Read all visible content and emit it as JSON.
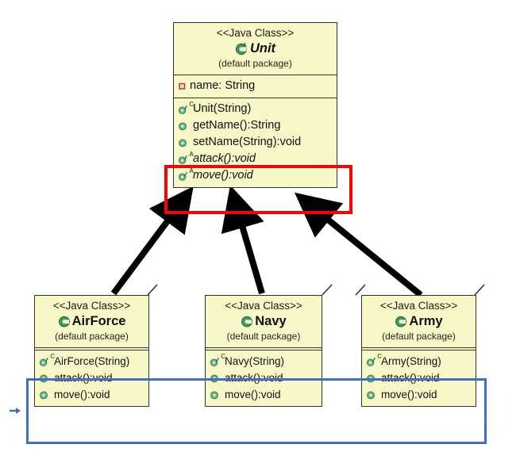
{
  "diagram": {
    "type": "uml-class-diagram",
    "title": "Unit class hierarchy",
    "stereotype_label": "<<Java Class>>",
    "package_label": "(default package)",
    "colors": {
      "class_fill": "#f7f7c8",
      "class_border": "#35352a",
      "highlight_red": "#ff0000",
      "highlight_blue": "#3f6fc4",
      "icon_green": "#3e9b5f",
      "field_red": "#c0392b",
      "arrow_black": "#000000",
      "background": "#ffffff"
    },
    "classes": [
      {
        "id": "unit",
        "stereotype": "<<Java Class>>",
        "name": "Unit",
        "is_abstract": true,
        "icon": "class-icon-abstract",
        "package": "(default package)",
        "fields": [
          {
            "icon": "private-field-icon",
            "text": "name: String",
            "is_abstract": false
          }
        ],
        "methods": [
          {
            "icon": "constructor-icon",
            "badge": "C",
            "text": "Unit(String)",
            "is_abstract": false
          },
          {
            "icon": "method-icon",
            "badge": "",
            "text": "getName():String",
            "is_abstract": false
          },
          {
            "icon": "method-icon",
            "badge": "",
            "text": "setName(String):void",
            "is_abstract": false
          },
          {
            "icon": "abstract-method-icon",
            "badge": "A",
            "text": "attack():void",
            "is_abstract": true
          },
          {
            "icon": "abstract-method-icon",
            "badge": "A",
            "text": "move():void",
            "is_abstract": true
          }
        ]
      },
      {
        "id": "airforce",
        "stereotype": "<<Java Class>>",
        "name": "AirForce",
        "is_abstract": false,
        "icon": "class-icon",
        "package": "(default package)",
        "fields": [],
        "methods": [
          {
            "icon": "constructor-icon",
            "badge": "C",
            "text": "AirForce(String)",
            "is_abstract": false
          },
          {
            "icon": "method-icon",
            "badge": "",
            "text": "attack():void",
            "is_abstract": false
          },
          {
            "icon": "method-icon",
            "badge": "",
            "text": "move():void",
            "is_abstract": false
          }
        ]
      },
      {
        "id": "navy",
        "stereotype": "<<Java Class>>",
        "name": "Navy",
        "is_abstract": false,
        "icon": "class-icon",
        "package": "(default package)",
        "fields": [],
        "methods": [
          {
            "icon": "constructor-icon",
            "badge": "C",
            "text": "Navy(String)",
            "is_abstract": false
          },
          {
            "icon": "method-icon",
            "badge": "",
            "text": "attack():void",
            "is_abstract": false
          },
          {
            "icon": "method-icon",
            "badge": "",
            "text": "move():void",
            "is_abstract": false
          }
        ]
      },
      {
        "id": "army",
        "stereotype": "<<Java Class>>",
        "name": "Army",
        "is_abstract": false,
        "icon": "class-icon",
        "package": "(default package)",
        "fields": [],
        "methods": [
          {
            "icon": "constructor-icon",
            "badge": "C",
            "text": "Army(String)",
            "is_abstract": false
          },
          {
            "icon": "method-icon",
            "badge": "",
            "text": "attack():void",
            "is_abstract": false
          },
          {
            "icon": "method-icon",
            "badge": "",
            "text": "move():void",
            "is_abstract": false
          }
        ]
      }
    ],
    "relationships": [
      {
        "from": "airforce",
        "to": "unit",
        "kind": "generalization"
      },
      {
        "from": "navy",
        "to": "unit",
        "kind": "generalization"
      },
      {
        "from": "army",
        "to": "unit",
        "kind": "generalization"
      }
    ],
    "annotations": [
      {
        "id": "red-highlight",
        "shape": "rectangle",
        "color": "#ff0000",
        "targets": [
          "Unit.attack():void",
          "Unit.move():void"
        ]
      },
      {
        "id": "blue-highlight",
        "shape": "rectangle",
        "color": "#3f6fc4",
        "targets": [
          "AirForce.attack():void",
          "AirForce.move():void",
          "Navy.attack():void",
          "Navy.move():void",
          "Army.attack():void",
          "Army.move():void"
        ]
      }
    ]
  }
}
